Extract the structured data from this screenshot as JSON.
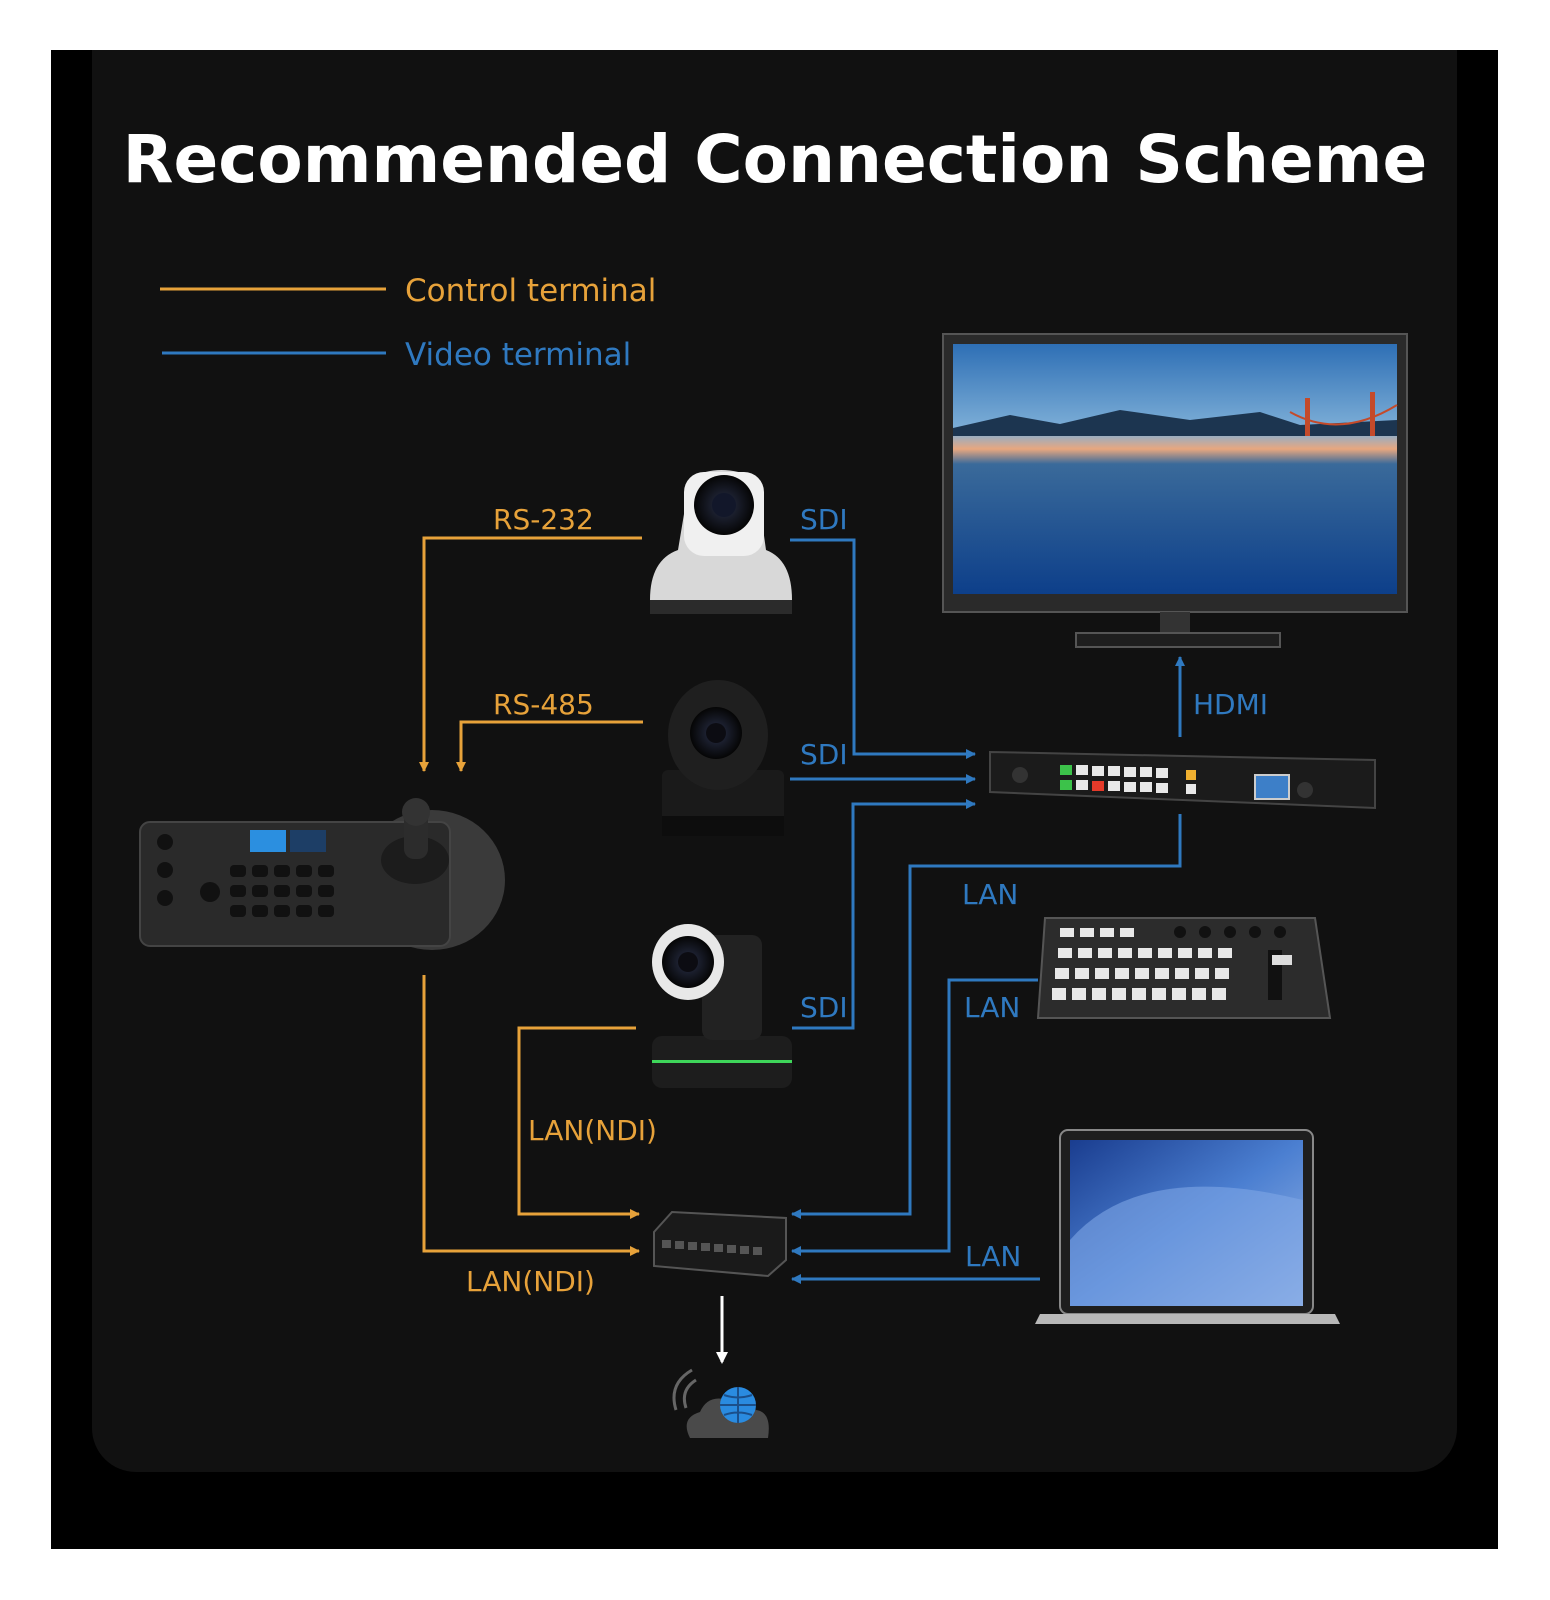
{
  "title": "Recommended Connection Scheme",
  "legend": [
    {
      "label": "Control terminal",
      "color": "#e7a23a"
    },
    {
      "label": "Video terminal",
      "color": "#2f79c0"
    }
  ],
  "connections": {
    "rs232": "RS-232",
    "rs485": "RS-485",
    "sdi_1": "SDI",
    "sdi_2": "SDI",
    "sdi_3": "SDI",
    "hdmi": "HDMI",
    "lan_1": "LAN",
    "lan_2": "LAN",
    "lan_3": "LAN",
    "lan_ndi_camera": "LAN(NDI)",
    "lan_ndi_keyboard": "LAN(NDI)"
  },
  "colors": {
    "control": "#e7a23a",
    "video": "#2f79c0",
    "background": "#111111",
    "frame": "#000000"
  }
}
